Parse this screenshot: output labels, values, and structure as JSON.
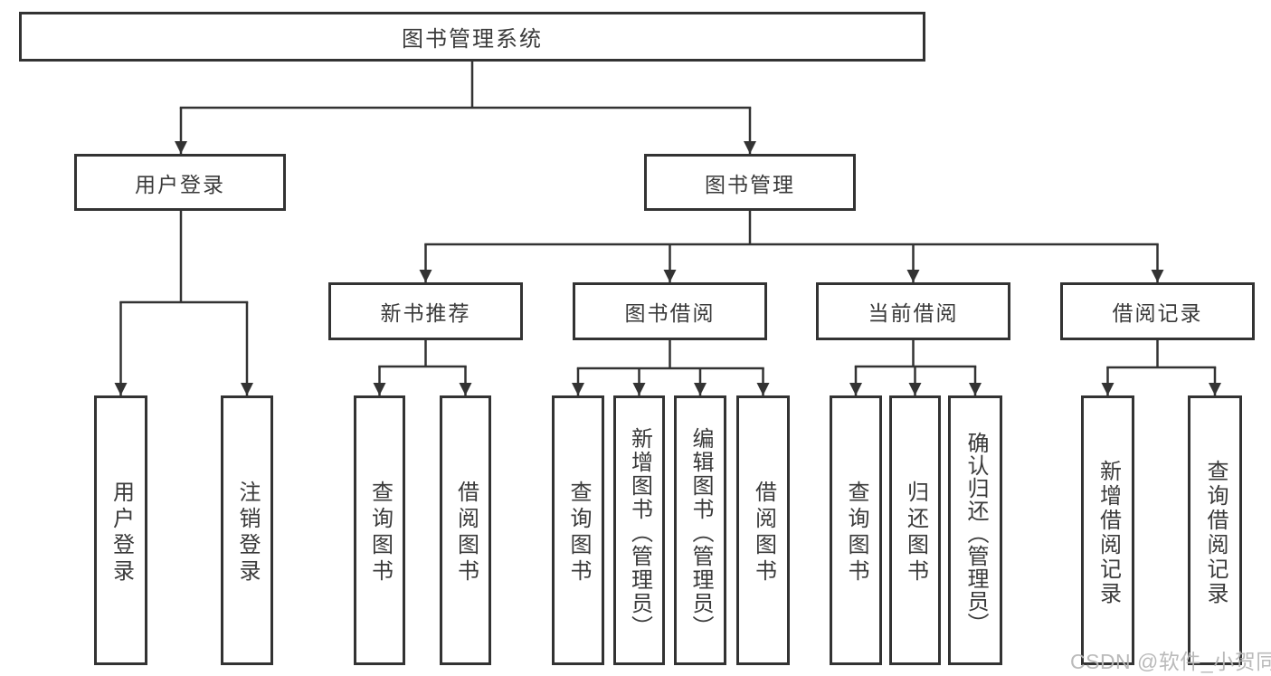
{
  "tree": {
    "root": "图书管理系统",
    "level2": [
      "用户登录",
      "图书管理"
    ],
    "level3": [
      "新书推荐",
      "图书借阅",
      "当前借阅",
      "借阅记录"
    ],
    "leaves": [
      "用户登录",
      "注销登录",
      "查询图书",
      "借阅图书",
      "查询图书",
      "新增图书（管理员）",
      "编辑图书（管理员）",
      "借阅图书",
      "查询图书",
      "归还图书",
      "确认归还（管理员）",
      "新增借阅记录",
      "查询借阅记录"
    ]
  },
  "watermark": "CSDN @软件_小贺同学",
  "colors": {
    "line": "#333333",
    "text": "#3a3a3a",
    "background": "#ffffff",
    "watermark": "#b6b6b6"
  }
}
